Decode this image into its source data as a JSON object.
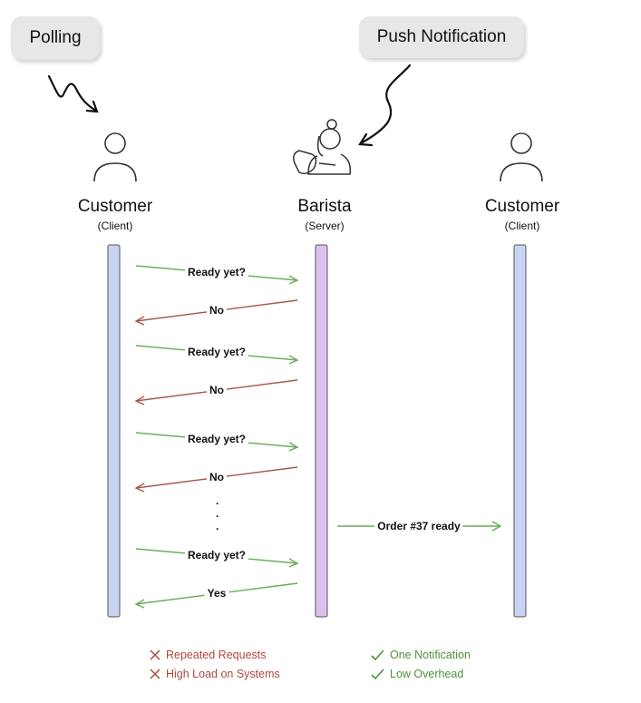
{
  "callouts": {
    "polling": "Polling",
    "push": "Push Notification"
  },
  "actors": [
    {
      "name": "Customer",
      "role": "(Client)"
    },
    {
      "name": "Barista",
      "role": "(Server)"
    },
    {
      "name": "Customer",
      "role": "(Client)"
    }
  ],
  "messages": [
    {
      "label": "Ready yet?",
      "direction": "client-to-server",
      "color": "#6aab5c"
    },
    {
      "label": "No",
      "direction": "server-to-client",
      "color": "#a9554f"
    },
    {
      "label": "Ready yet?",
      "direction": "client-to-server",
      "color": "#6aab5c"
    },
    {
      "label": "No",
      "direction": "server-to-client",
      "color": "#a9554f"
    },
    {
      "label": "Ready yet?",
      "direction": "client-to-server",
      "color": "#6aab5c"
    },
    {
      "label": "No",
      "direction": "server-to-client",
      "color": "#a9554f"
    },
    {
      "label": "Ready yet?",
      "direction": "client-to-server",
      "color": "#6aab5c"
    },
    {
      "label": "Yes",
      "direction": "server-to-client",
      "color": "#6aab5c"
    }
  ],
  "ellipsis": "·\n·\n·",
  "push_message": {
    "label": "Order #37 ready",
    "color": "#6aab5c"
  },
  "legend": {
    "polling": [
      "Repeated Requests",
      "High Load on Systems"
    ],
    "push": [
      "One Notification",
      "Low Overhead"
    ]
  },
  "colors": {
    "client_bar": "#c9d3f3",
    "server_bar": "#ddbff0",
    "good": "#4f8f3c",
    "bad": "#b0473f"
  }
}
